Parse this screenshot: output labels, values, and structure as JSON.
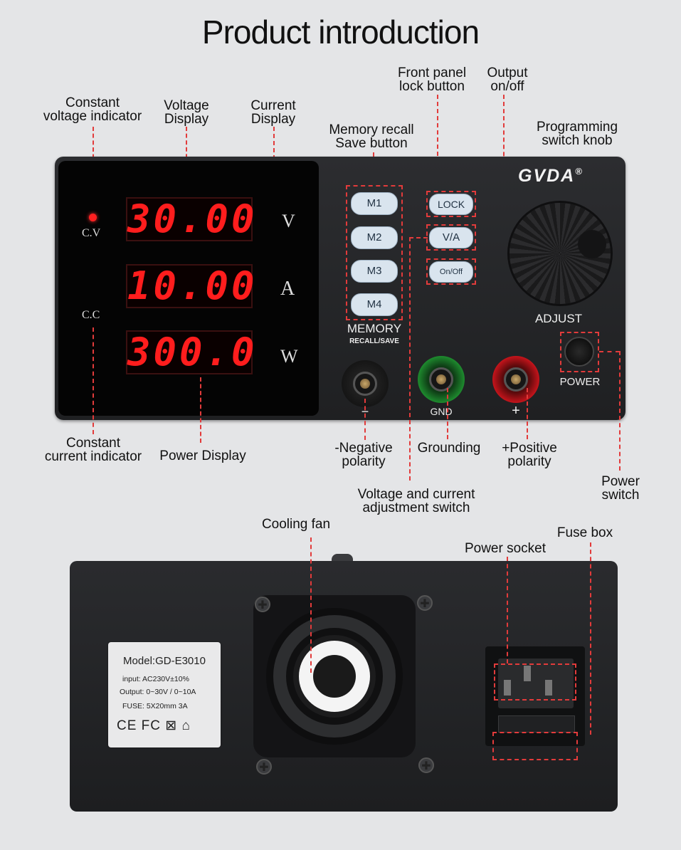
{
  "title": "Product introduction",
  "callouts": {
    "cv_indicator": "Constant\nvoltage indicator",
    "voltage_display": "Voltage\nDisplay",
    "current_display": "Current\nDisplay",
    "memory": "Memory recall\nSave button",
    "lock": "Front panel\nlock button",
    "output": "Output\non/off",
    "knob": "Programming\nswitch knob",
    "cc_indicator": "Constant\ncurrent indicator",
    "power_display": "Power Display",
    "negative": "-Negative\npolarity",
    "grounding": "Grounding",
    "positive": "+Positive\npolarity",
    "power_switch": "Power\nswitch",
    "va_switch": "Voltage and current\nadjustment switch",
    "cooling_fan": "Cooling fan",
    "power_socket": "Power socket",
    "fuse_box": "Fuse box"
  },
  "display": {
    "voltage": "30.00",
    "current": "10.00",
    "power": "300.0",
    "unit_v": "V",
    "unit_a": "A",
    "unit_w": "W",
    "cv": "C.V",
    "cc": "C.C"
  },
  "panel": {
    "brand": "GVDA",
    "brand_mark": "®",
    "m1": "M1",
    "m2": "M2",
    "m3": "M3",
    "m4": "M4",
    "memory": "MEMORY",
    "recall_save": "RECALL/SAVE",
    "lock": "LOCK",
    "va": "V/A",
    "onoff": "On/Off",
    "adjust": "ADJUST",
    "power": "POWER",
    "minus": "−",
    "gnd": "GND",
    "plus": "+"
  },
  "rear_label": {
    "model": "Model:GD-E3010",
    "input": "input:  AC230V±10%",
    "output": "Output:  0~30V / 0~10A",
    "fuse": "FUSE:   5X20mm  3A",
    "marks": "CE FC ⊠ ⌂"
  },
  "colors": {
    "accent": "#e23b3b",
    "segment": "#ff1d1d",
    "positive": "#c4141b",
    "ground": "#1e8a2e"
  }
}
